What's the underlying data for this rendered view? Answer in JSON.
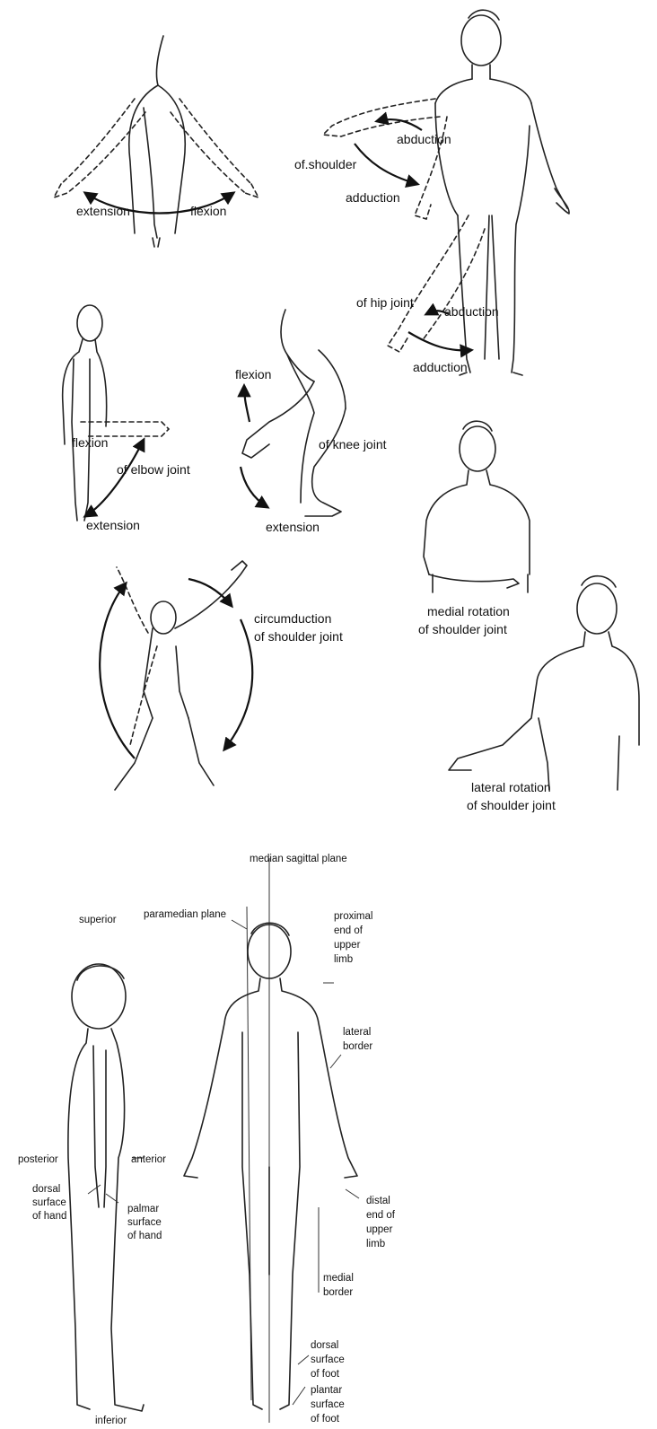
{
  "movements": {
    "extension": "extension",
    "flexion": "flexion",
    "abduction_shoulder": "abduction",
    "of_shoulder": "of.shoulder",
    "adduction_shoulder": "adduction",
    "of_hip_joint": "of hip joint",
    "abduction_hip": "abduction",
    "adduction_hip": "adduction",
    "knee_flexion": "flexion",
    "of_knee_joint": "of knee joint",
    "knee_extension": "extension",
    "elbow_flexion": "flexion",
    "of_elbow_joint": "of elbow joint",
    "elbow_extension": "extension",
    "medial_rotation": "medial rotation",
    "medial_rotation_2": "of shoulder joint",
    "circumduction": "circumduction",
    "circumduction_2": "of shoulder joint",
    "lateral_rotation": "lateral rotation",
    "lateral_rotation_2": "of shoulder joint"
  },
  "anatomy": {
    "median_sagittal_plane": "median sagittal plane",
    "superior": "superior",
    "paramedian_plane": "paramedian plane",
    "proximal_1": "proximal",
    "proximal_2": "end of",
    "proximal_3": "upper",
    "proximal_4": "limb",
    "lateral_1": "lateral",
    "lateral_2": "border",
    "posterior": "posterior",
    "anterior": "anterior",
    "dorsal_hand_1": "dorsal",
    "dorsal_hand_2": "surface",
    "dorsal_hand_3": "of hand",
    "palmar_1": "palmar",
    "palmar_2": "surface",
    "palmar_3": "of hand",
    "distal_1": "distal",
    "distal_2": "end of",
    "distal_3": "upper",
    "distal_4": "limb",
    "medial_1": "medial",
    "medial_2": "border",
    "dorsal_foot_1": "dorsal",
    "dorsal_foot_2": "surface",
    "dorsal_foot_3": "of foot",
    "plantar_1": "plantar",
    "plantar_2": "surface",
    "plantar_3": "of foot",
    "inferior": "inferior"
  }
}
